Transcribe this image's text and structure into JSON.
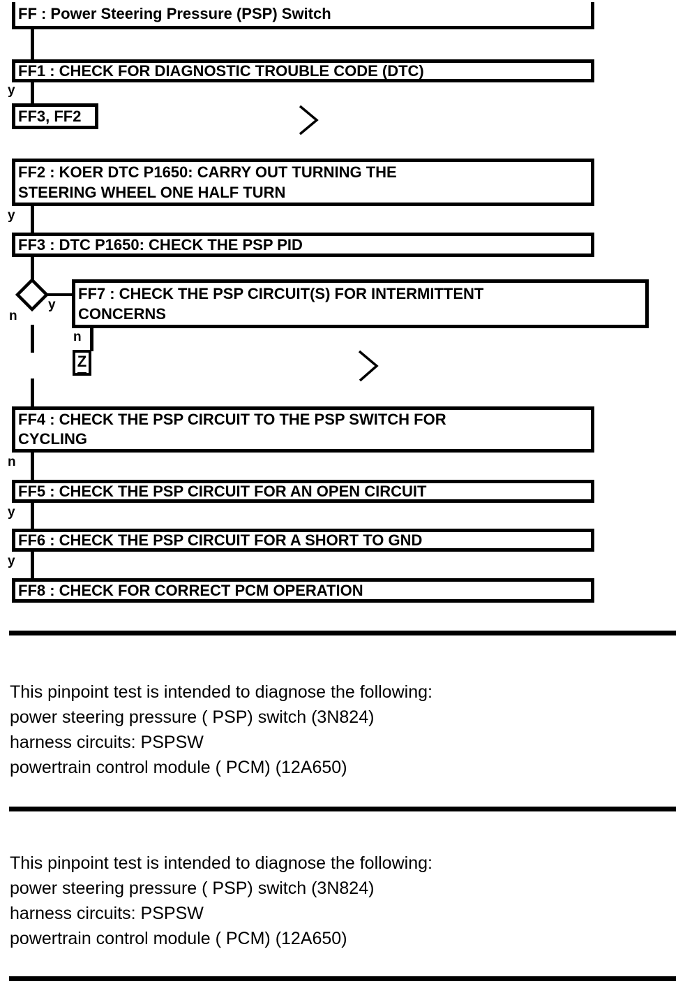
{
  "diagram": {
    "title": "FF : Power Steering Pressure (PSP) Switch",
    "colors": {
      "ink": "#000000",
      "background": "#ffffff"
    },
    "icons": [
      "decision-diamond-icon",
      "chevron-right-icon"
    ],
    "nodes": [
      {
        "id": "FF",
        "lines": [
          "FF : Power Steering Pressure (PSP) Switch"
        ]
      },
      {
        "id": "FF1",
        "lines": [
          "FF1 : CHECK FOR DIAGNOSTIC TROUBLE CODE (DTC)"
        ]
      },
      {
        "id": "FF3, FF2",
        "lines": [
          "FF3, FF2"
        ]
      },
      {
        "id": "FF2",
        "lines": [
          "FF2 : KOER DTC P1650: CARRY OUT TURNING THE",
          "STEERING WHEEL ONE HALF TURN"
        ]
      },
      {
        "id": "FF3",
        "lines": [
          "FF3 : DTC P1650: CHECK THE PSP PID"
        ]
      },
      {
        "id": "FF7",
        "lines": [
          "FF7 : CHECK THE PSP CIRCUIT(S) FOR INTERMITTENT",
          "CONCERNS"
        ]
      },
      {
        "id": "Z",
        "lines": [
          "Z"
        ]
      },
      {
        "id": "FF4",
        "lines": [
          "FF4 : CHECK THE PSP CIRCUIT TO THE PSP SWITCH FOR",
          "CYCLING"
        ]
      },
      {
        "id": "FF5",
        "lines": [
          "FF5 : CHECK THE PSP CIRCUIT FOR AN OPEN CIRCUIT"
        ]
      },
      {
        "id": "FF6",
        "lines": [
          "FF6 : CHECK THE PSP CIRCUIT FOR A SHORT TO GND"
        ]
      },
      {
        "id": "FF8",
        "lines": [
          "FF8 : CHECK FOR CORRECT PCM OPERATION"
        ]
      }
    ],
    "branch_labels": {
      "ff1_yes": "y",
      "ff2_yes": "y",
      "decision_yes": "y",
      "decision_no": "n",
      "ff7_no": "n",
      "ff4_no": "n",
      "ff5_yes": "y",
      "ff6_yes": "y"
    }
  },
  "notes": {
    "paragraph_1": {
      "lines": [
        "This pinpoint test is intended to diagnose the following:",
        "power steering pressure ( PSP) switch (3N824)",
        "harness circuits: PSPSW",
        "powertrain control module ( PCM) (12A650)"
      ]
    },
    "paragraph_2": {
      "lines": [
        "This pinpoint test is intended to diagnose the following:",
        "power steering pressure ( PSP) switch (3N824)",
        "harness circuits: PSPSW",
        "powertrain control module ( PCM) (12A650)"
      ]
    }
  }
}
